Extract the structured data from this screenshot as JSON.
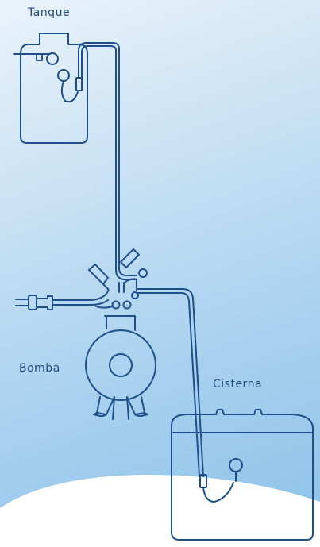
{
  "labels": {
    "tank": "Tanque",
    "pump": "Bomba",
    "cistern": "Cisterna"
  },
  "colors": {
    "stroke": "#1e4f8a",
    "ground": "#ffffff",
    "background_top": "#eaf3fb",
    "background_bottom": "#8cc1e8"
  }
}
